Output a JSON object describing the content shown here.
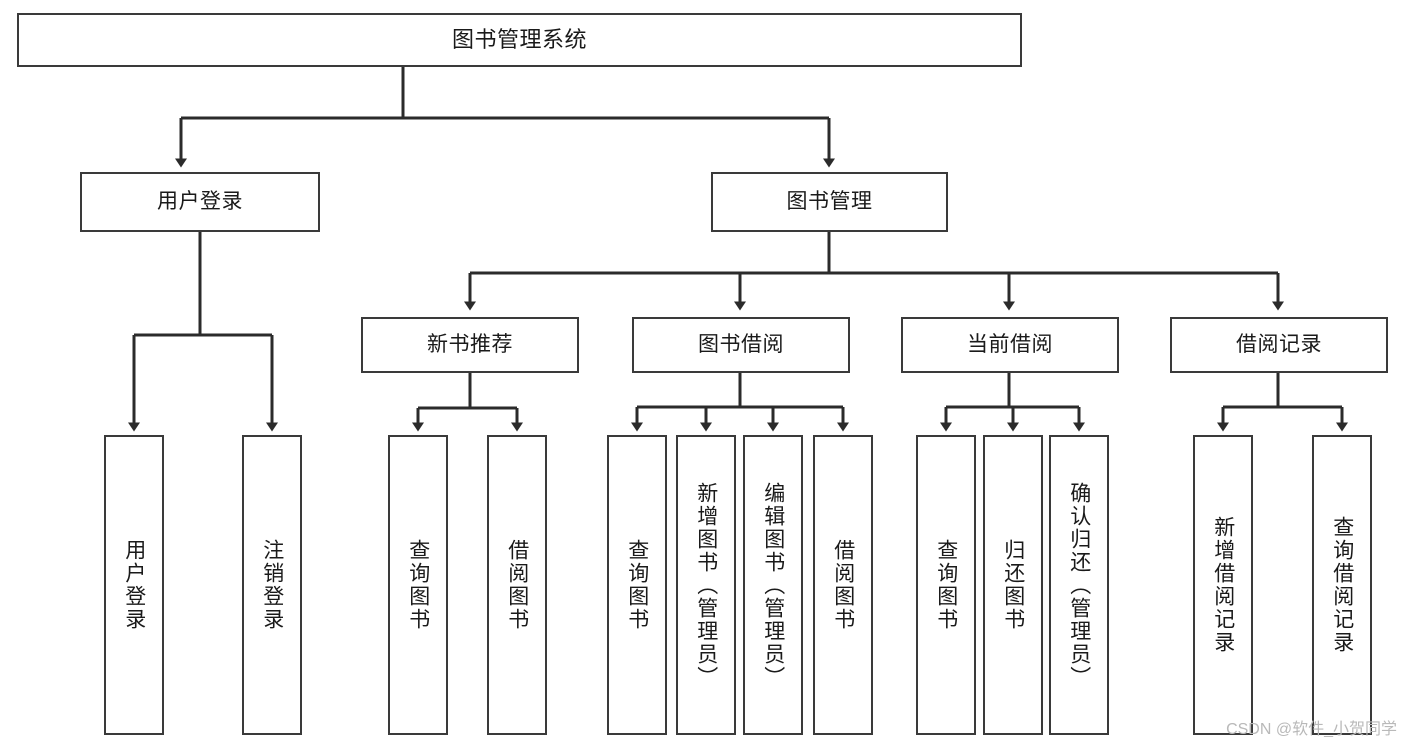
{
  "diagram": {
    "title": "图书管理系统",
    "type": "tree",
    "style": {
      "box_stroke": "#3a3a3a",
      "box_fill": "#ffffff",
      "edge_stroke": "#2b2b2b",
      "text_color": "#1a1a1a",
      "background": "#ffffff"
    },
    "watermark": "CSDN @软件_小贺同学",
    "nodes": {
      "root": {
        "label": "图书管理系统"
      },
      "level2": [
        {
          "id": "user-login",
          "label": "用户登录"
        },
        {
          "id": "book-manage",
          "label": "图书管理"
        }
      ],
      "level3": [
        {
          "id": "new-book-recommend",
          "label": "新书推荐"
        },
        {
          "id": "book-borrow",
          "label": "图书借阅"
        },
        {
          "id": "current-borrow",
          "label": "当前借阅"
        },
        {
          "id": "borrow-record",
          "label": "借阅记录"
        }
      ],
      "leaves": [
        {
          "id": "leaf-user-login",
          "label": "用户登录",
          "parent": "user-login"
        },
        {
          "id": "leaf-logout-login",
          "label": "注销登录",
          "parent": "user-login"
        },
        {
          "id": "leaf-query-book-recommend",
          "label": "查询图书",
          "parent": "new-book-recommend"
        },
        {
          "id": "leaf-borrow-book-recommend",
          "label": "借阅图书",
          "parent": "new-book-recommend"
        },
        {
          "id": "leaf-query-book-borrow",
          "label": "查询图书",
          "parent": "book-borrow"
        },
        {
          "id": "leaf-add-book",
          "label": "新增图书（管理员）",
          "parent": "book-borrow"
        },
        {
          "id": "leaf-edit-book",
          "label": "编辑图书（管理员）",
          "parent": "book-borrow"
        },
        {
          "id": "leaf-borrow-book",
          "label": "借阅图书",
          "parent": "book-borrow"
        },
        {
          "id": "leaf-query-book-current",
          "label": "查询图书",
          "parent": "current-borrow"
        },
        {
          "id": "leaf-return-book",
          "label": "归还图书",
          "parent": "current-borrow"
        },
        {
          "id": "leaf-confirm-return",
          "label": "确认归还（管理员）",
          "parent": "current-borrow"
        },
        {
          "id": "leaf-add-record",
          "label": "新增借阅记录",
          "parent": "borrow-record"
        },
        {
          "id": "leaf-query-record",
          "label": "查询借阅记录",
          "parent": "borrow-record"
        }
      ]
    }
  }
}
